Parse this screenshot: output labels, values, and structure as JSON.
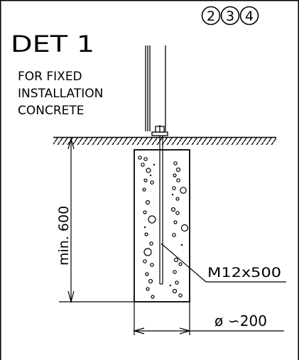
{
  "sheet": {
    "refs": [
      "2",
      "3",
      "4"
    ],
    "title": "DET 1"
  },
  "note": {
    "lines": [
      "FOR FIXED",
      "INSTALLATION",
      "CONCRETE"
    ]
  },
  "dimensions": {
    "depth": "min. 600",
    "bolt": "M12x500",
    "diameter_symbol": "ø",
    "diameter_value": "∽200"
  }
}
